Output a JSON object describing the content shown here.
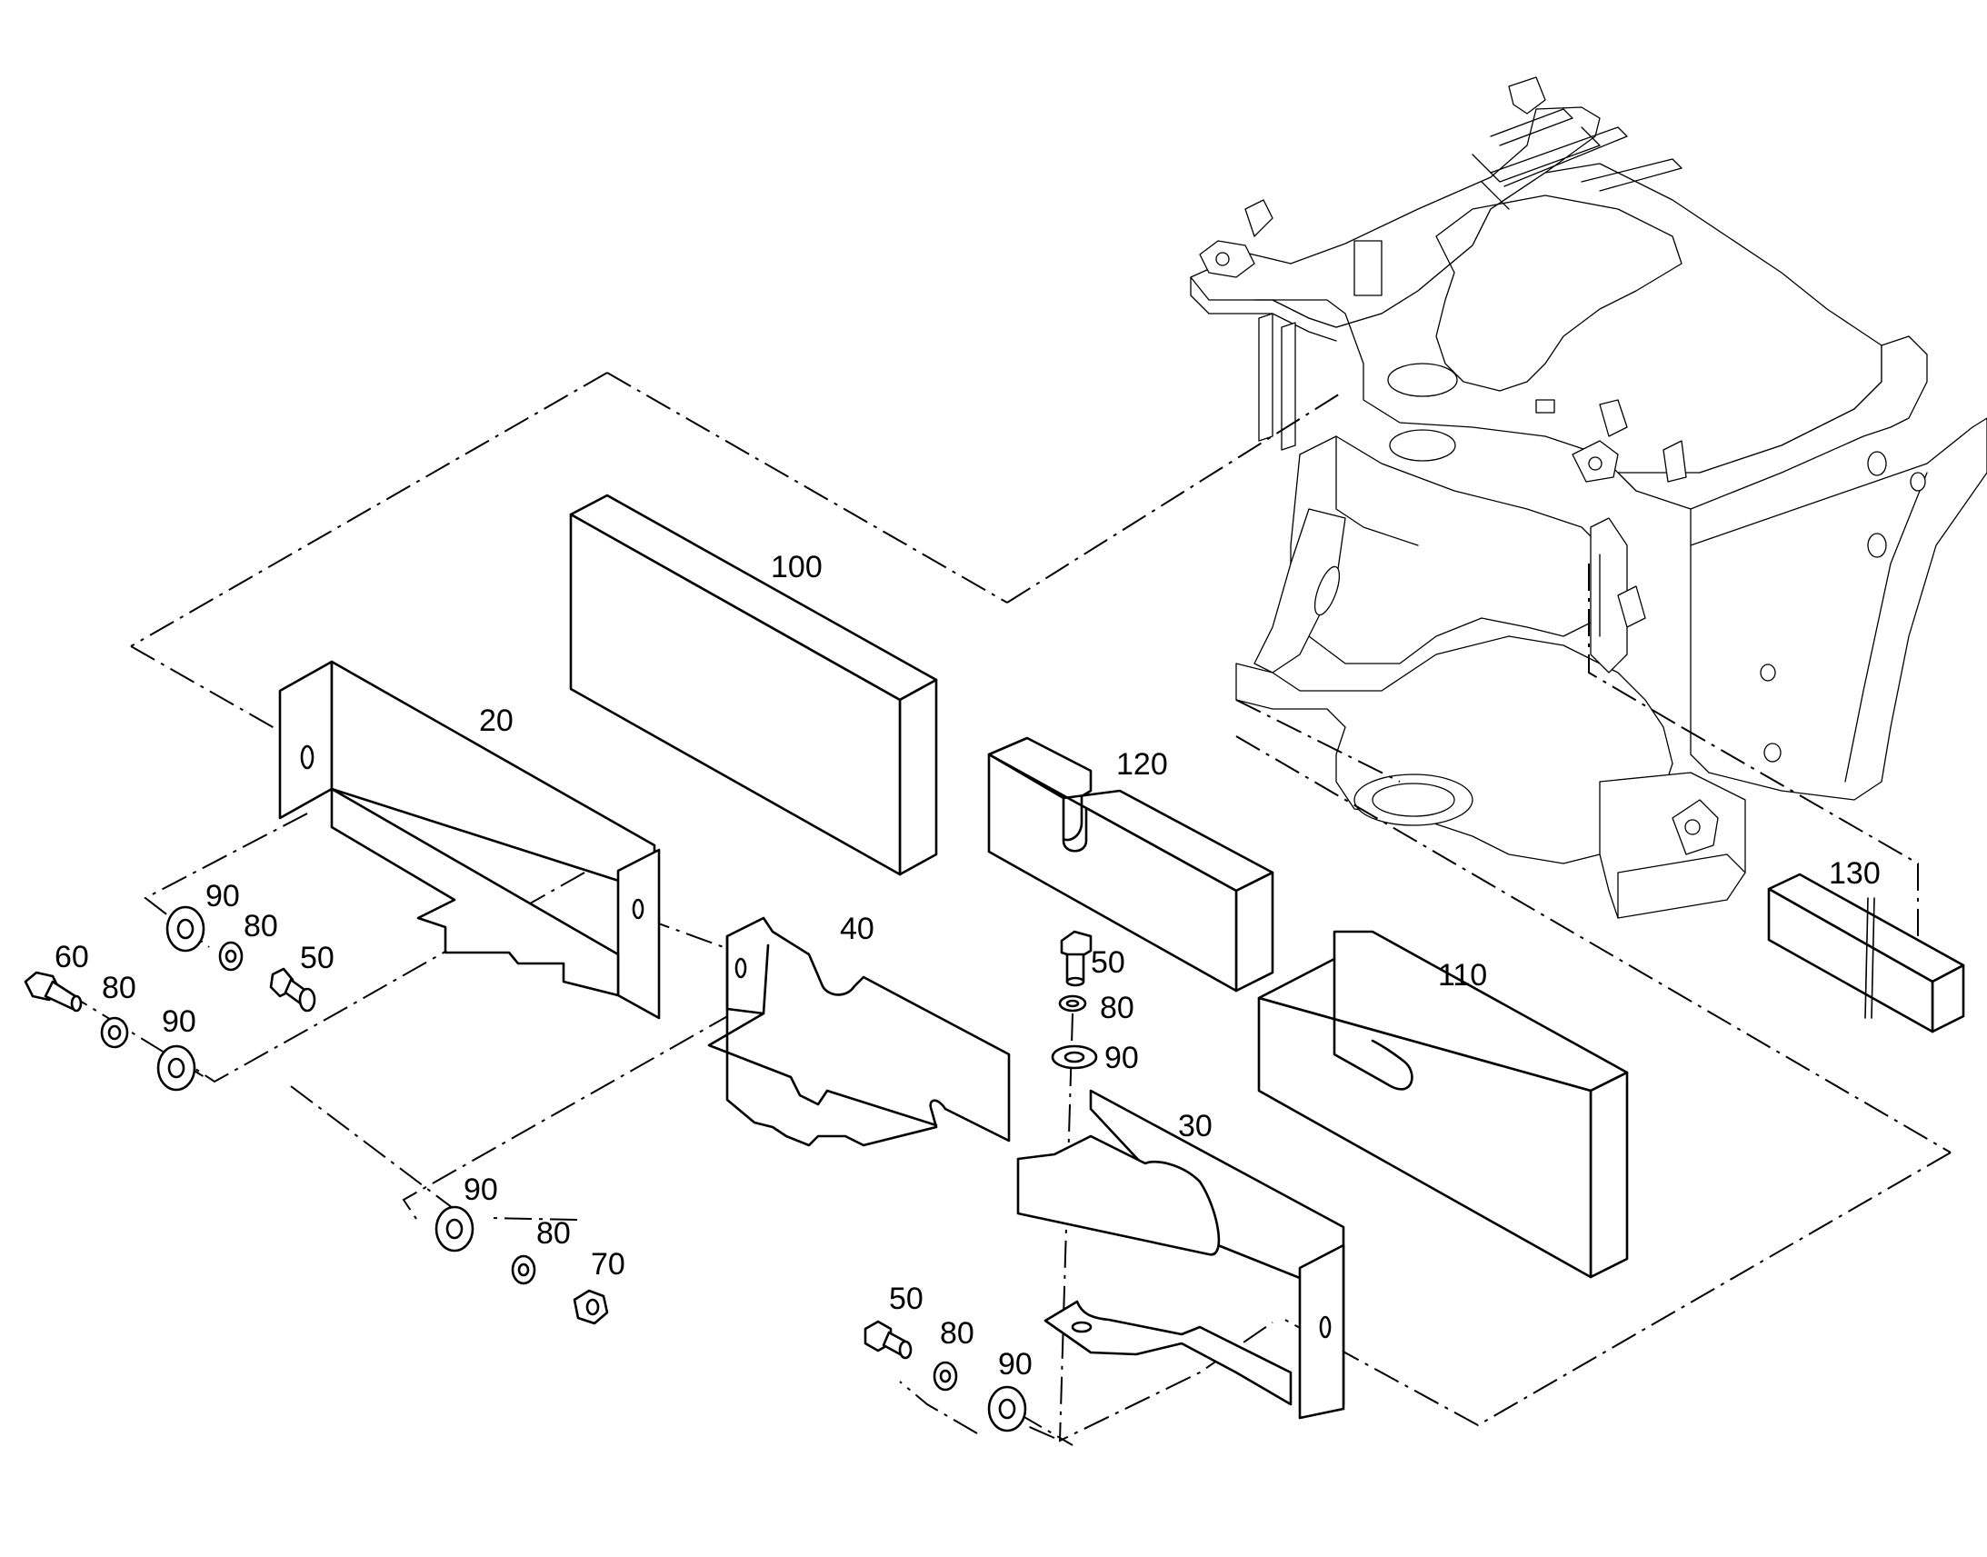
{
  "labels": {
    "p20": "20",
    "p30": "30",
    "p40": "40",
    "p100": "100",
    "p110": "110",
    "p120": "120",
    "p130": "130",
    "p50_a": "50",
    "p50_b": "50",
    "p50_c": "50",
    "p60": "60",
    "p70": "70",
    "p80_a": "80",
    "p80_b": "80",
    "p80_c": "80",
    "p80_d": "80",
    "p80_e": "80",
    "p90_a": "90",
    "p90_b": "90",
    "p90_c": "90",
    "p90_d": "90",
    "p90_e": "90"
  }
}
